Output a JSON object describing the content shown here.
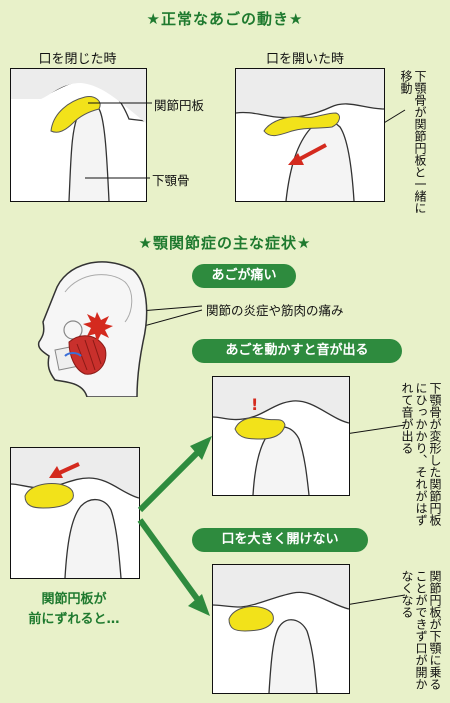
{
  "section1": {
    "title": "★正常なあごの動き★",
    "closed_title": "口を閉じた時",
    "open_title": "口を開いた時",
    "disc_label": "関節円板",
    "mandible_label": "下顎骨",
    "open_note": "下顎骨が関節円板と一緒に移動"
  },
  "section2": {
    "title": "★顎関節症の主な症状★",
    "symptom1": "あごが痛い",
    "symptom1_note": "関節の炎症や筋肉の痛み",
    "symptom2": "あごを動かすと音が出る",
    "symptom2_note": "下顎骨が変形した関節円板にひっかかり、それがはずれて音が出る",
    "symptom3": "口を大きく開けない",
    "symptom3_note": "関節円板が下顎に乗ることができず口が開かなくなる",
    "exclaim": "!",
    "shift_note_line1": "関節円板が",
    "shift_note_line2": "前にずれると…"
  },
  "colors": {
    "background": "#e8f1c9",
    "accent_green": "#2e8b3e",
    "disc_yellow": "#f2e21a",
    "arrow_red": "#d42a1e"
  }
}
